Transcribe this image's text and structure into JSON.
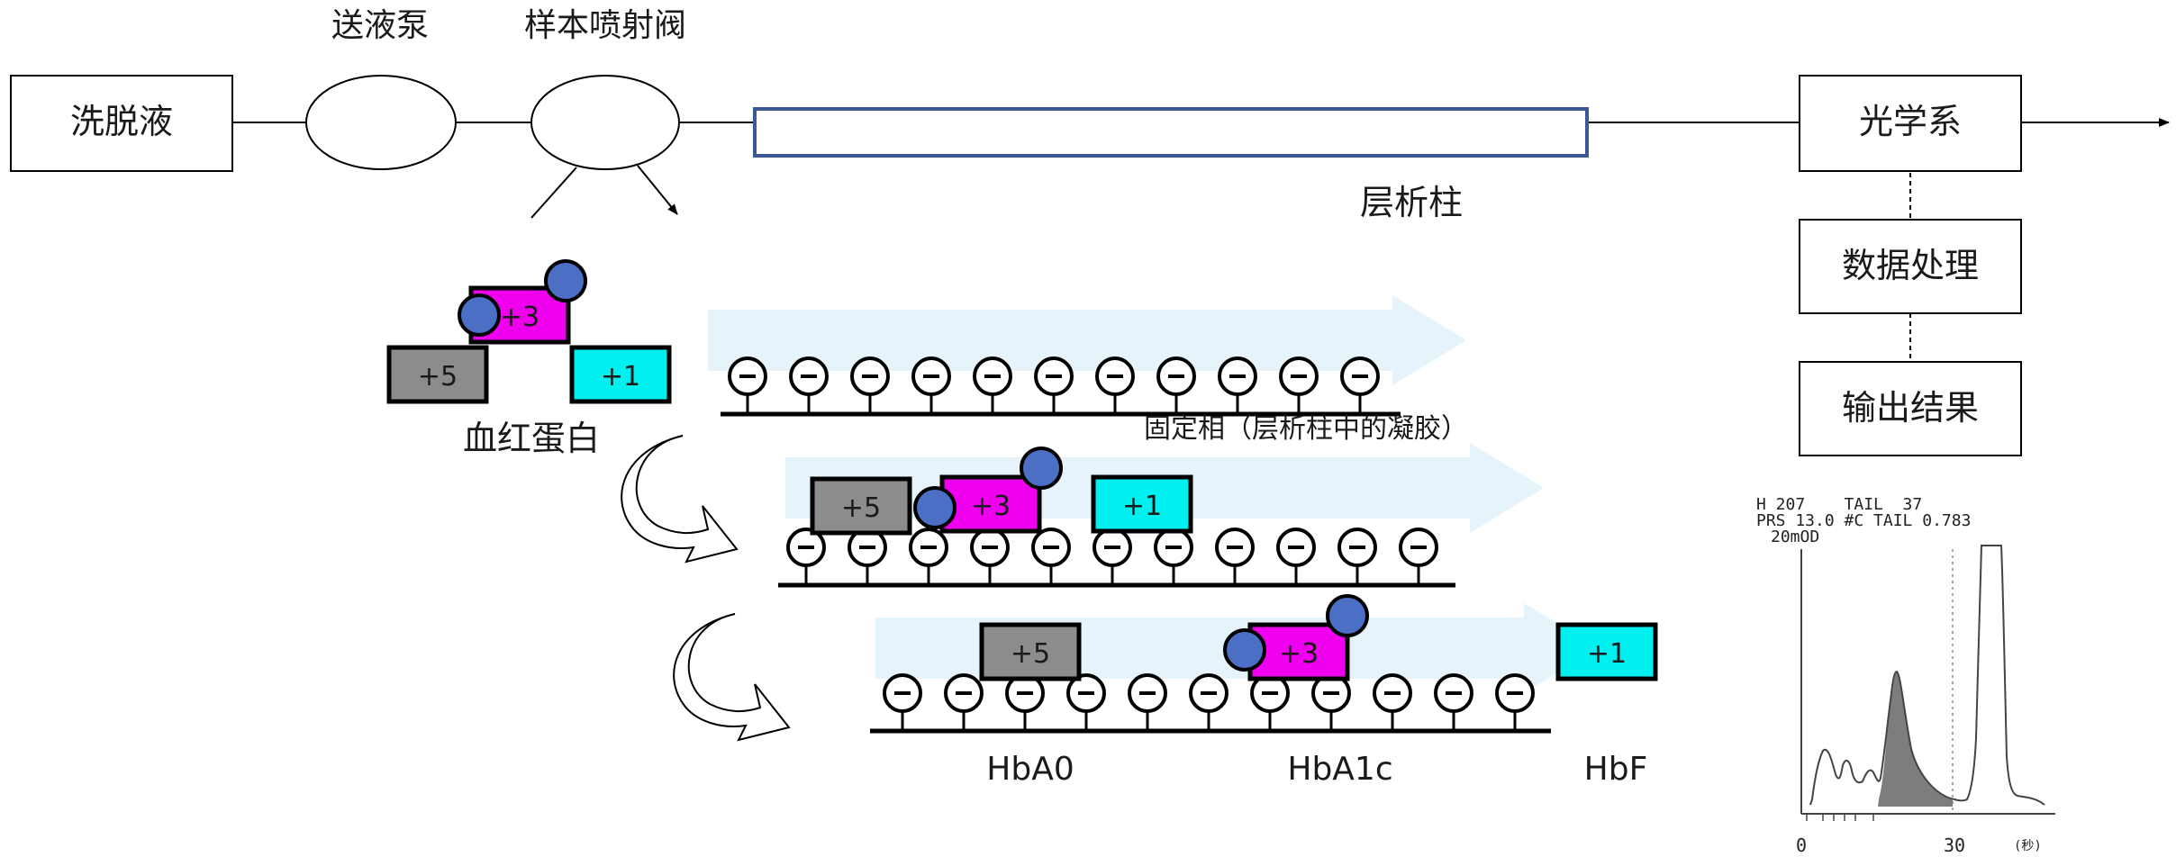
{
  "top_labels": {
    "pump": "送液泵",
    "injector": "样本喷射阀"
  },
  "boxes": {
    "eluent": "洗脱液",
    "optics": "光学系",
    "data_processing": "数据处理",
    "output": "输出结果"
  },
  "column_label": "层析柱",
  "stationary_phase_label": "固定相（层析柱中的凝胶）",
  "hemoglobin_label": "血红蛋白",
  "charges": {
    "hba0": "+5",
    "hba1c": "+3",
    "hbf": "+1"
  },
  "resin_charge": "-",
  "species_labels": {
    "hba0": "HbA0",
    "hba1c": "HbA1c",
    "hbf": "HbF"
  },
  "chromatogram": {
    "header_line1": "H 207    TAIL  37",
    "header_line2": "PRS 13.0 #C TAIL 0.783",
    "header_line3": "20mOD",
    "x_tick_0": "0",
    "x_tick_30": "30",
    "x_unit": "(秒)"
  },
  "colors": {
    "hba0": "#8c8c8c",
    "hba1c": "#ee00ee",
    "hbf": "#00f0f0",
    "glucose": "#4a6fc4",
    "flow_arrow": "#e6f3fb",
    "column_border": "#3a5796"
  }
}
